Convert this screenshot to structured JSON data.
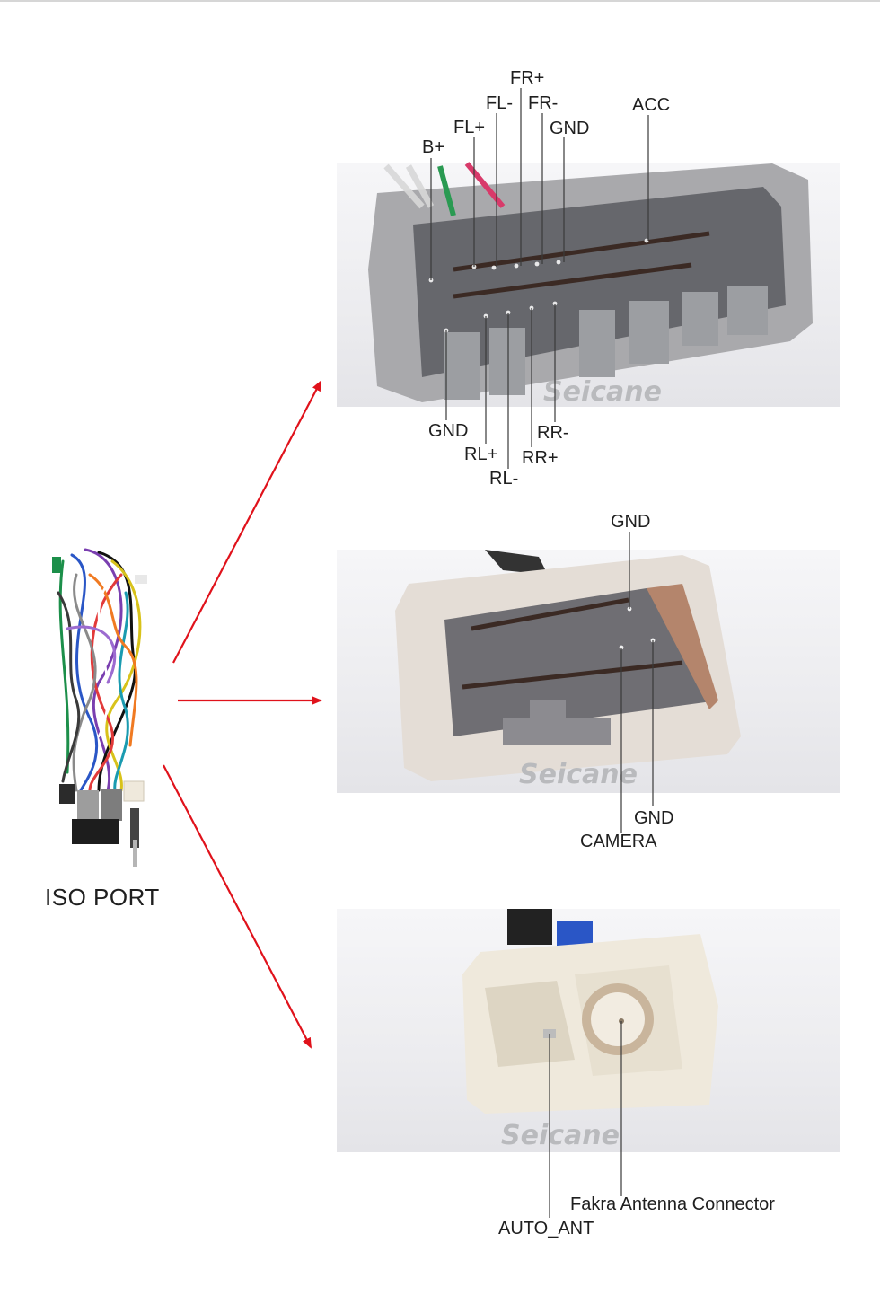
{
  "brand": {
    "watermark": "Seicane"
  },
  "iso_port": {
    "label": "ISO PORT"
  },
  "connector1": {
    "top_labels": {
      "fr_plus": "FR+",
      "fl_minus": "FL-",
      "fr_minus": "FR-",
      "gnd": "GND",
      "fl_plus": "FL+",
      "b_plus": "B+",
      "acc": "ACC"
    },
    "bottom_labels": {
      "gnd": "GND",
      "rl_plus": "RL+",
      "rl_minus": "RL-",
      "rr_minus": "RR-",
      "rr_plus": "RR+"
    }
  },
  "connector2": {
    "top_labels": {
      "gnd": "GND"
    },
    "bottom_labels": {
      "gnd": "GND",
      "camera": "CAMERA"
    }
  },
  "connector3": {
    "bottom_labels": {
      "fakra": "Fakra Antenna Connector",
      "auto_ant": "AUTO_ANT"
    }
  },
  "colors": {
    "arrow": "#e0121b",
    "line": "#3a3a3a",
    "plug_gray": "#a9a9ac",
    "plug_white": "#efe9dc"
  }
}
